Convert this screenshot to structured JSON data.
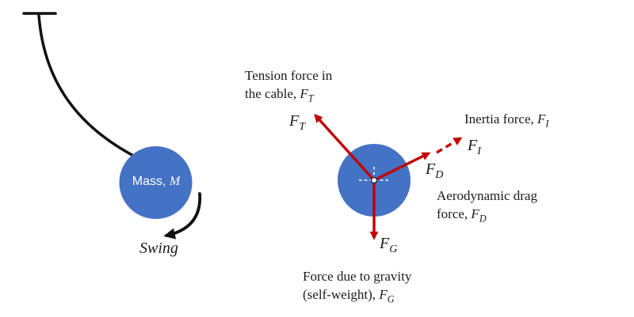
{
  "colors": {
    "arrow_red": "#C00000",
    "mass_blue": "#4472C4",
    "mass_blue_edge": "#2F5597",
    "line_black": "#111111",
    "text": "#1b1b1b",
    "pivot_white": "#ffffff",
    "pivot_ring": "#222222"
  },
  "pendulum": {
    "mass_label_pre": "Mass, ",
    "mass_label_sym": "M",
    "swing_label": "Swing"
  },
  "fbd": {
    "tension": {
      "line1": "Tension force in",
      "line2_pre": "the cable, ",
      "sym": "F",
      "sub": "T"
    },
    "tension_vec": {
      "sym": "F",
      "sub": "T"
    },
    "inertia": {
      "pre": "Inertia force, ",
      "sym": "F",
      "sub": "I"
    },
    "inertia_vec": {
      "sym": "F",
      "sub": "I"
    },
    "drag_vec": {
      "sym": "F",
      "sub": "D"
    },
    "drag": {
      "line1": "Aerodynamic drag",
      "line2_pre": "force, ",
      "sym": "F",
      "sub": "D"
    },
    "gravity_vec": {
      "sym": "F",
      "sub": "G"
    },
    "gravity": {
      "line1": "Force due to gravity",
      "line2_pre": "(self-weight), ",
      "sym": "F",
      "sub": "G"
    }
  }
}
